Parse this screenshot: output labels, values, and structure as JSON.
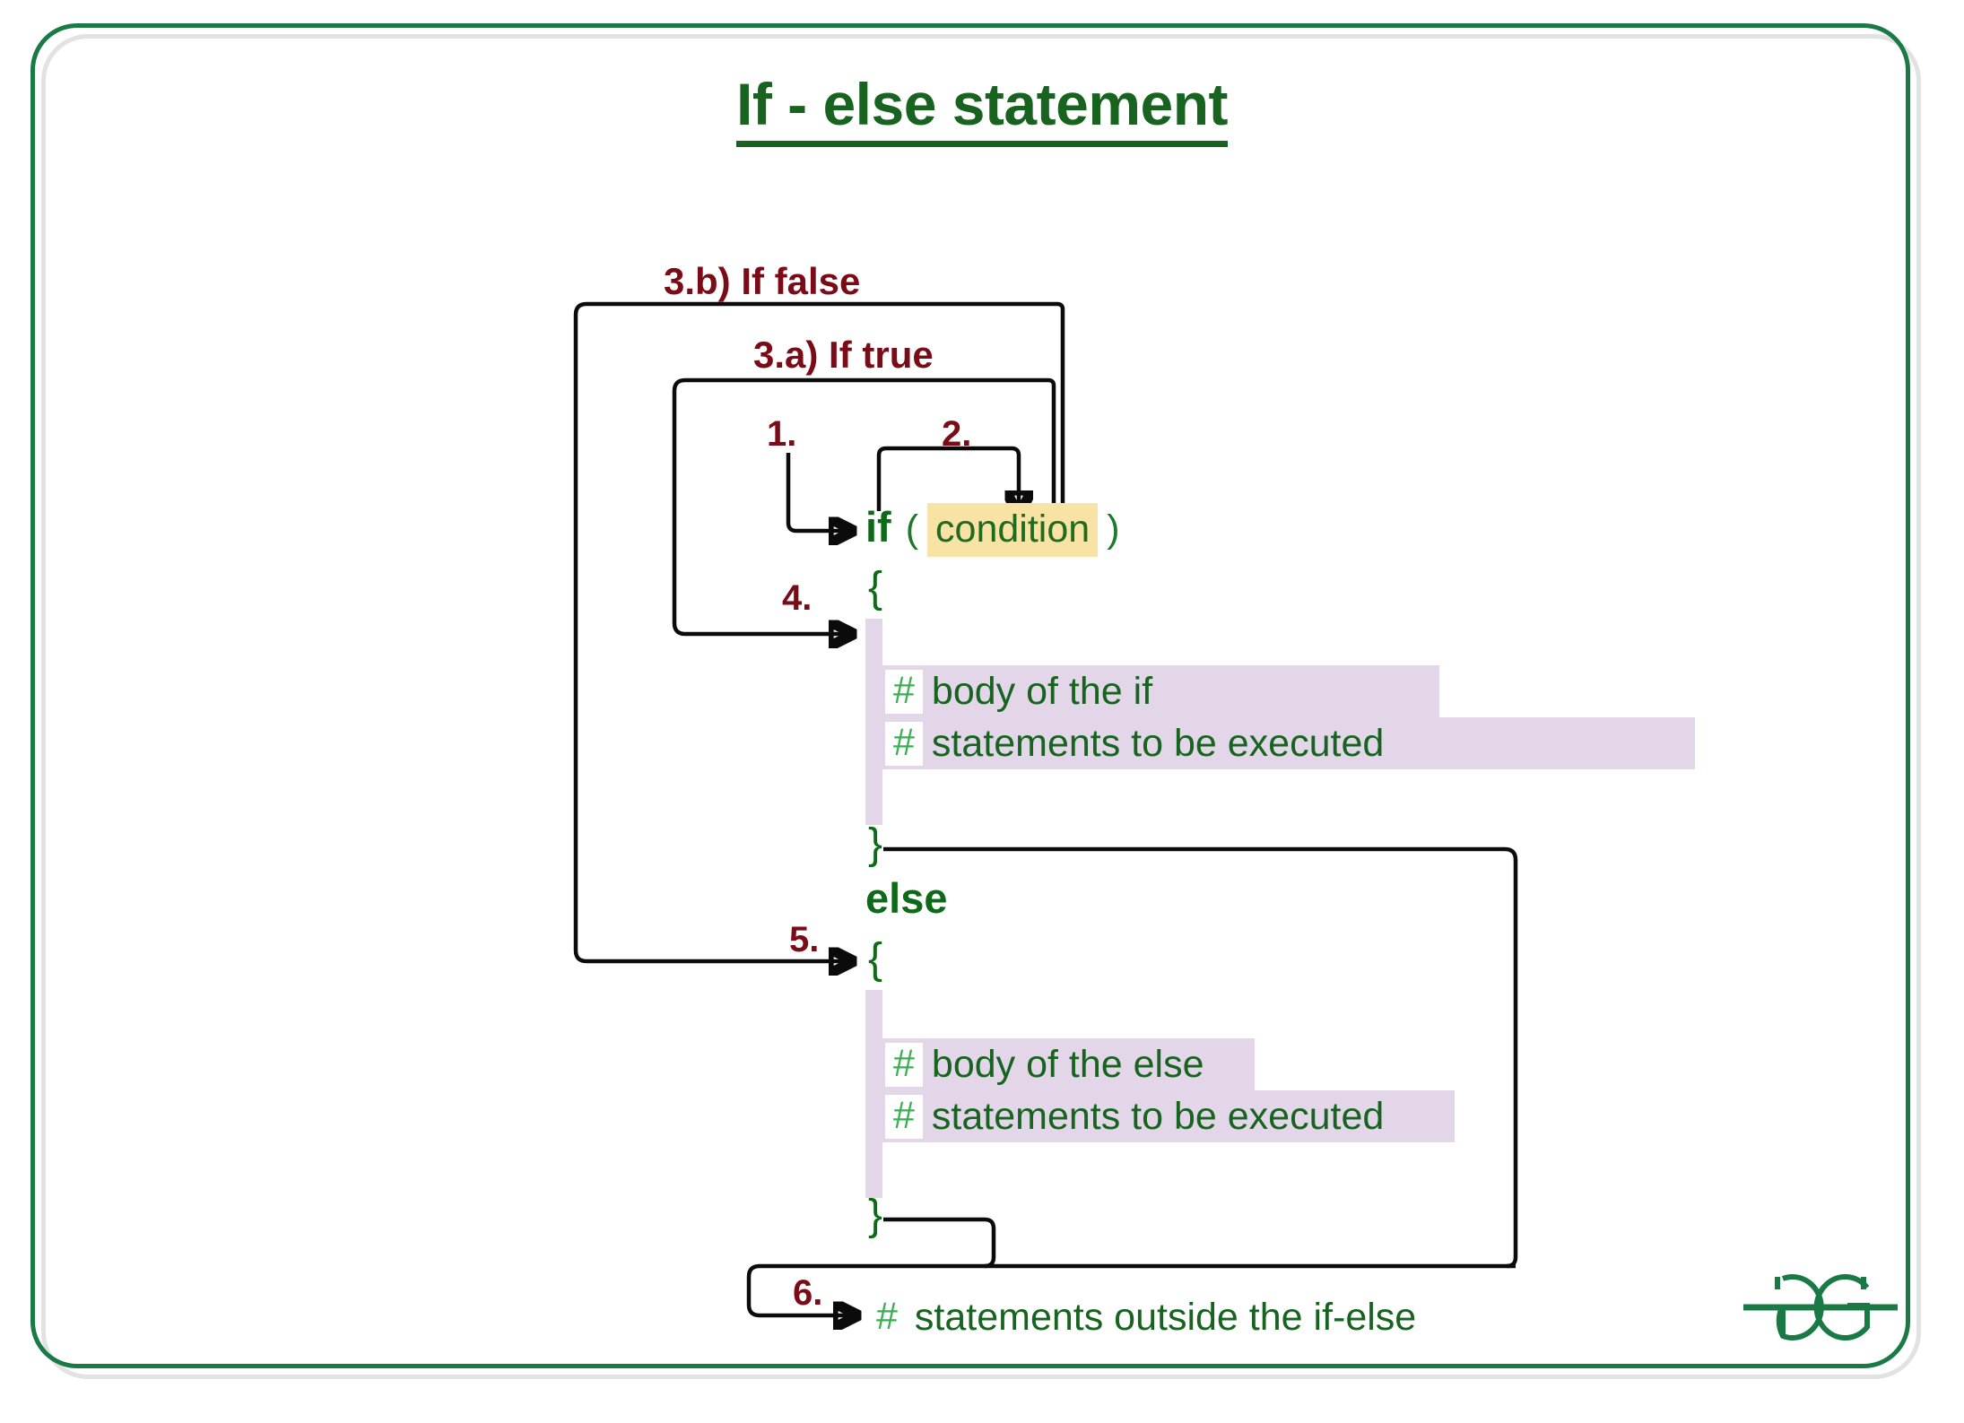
{
  "slide": {
    "title": "If - else statement",
    "accent_green": "#17631f",
    "frame_green": "#1a7a45",
    "label_maroon": "#7a0c17",
    "condition_highlight": "#f8e2a4",
    "comment_highlight": "#e3d6e9",
    "hash_green": "#36b050"
  },
  "steps": {
    "s1": "1.",
    "s2": "2.",
    "s3a": "3.a) If true",
    "s3b": "3.b) If false",
    "s4": "4.",
    "s5": "5.",
    "s6": "6."
  },
  "code": {
    "if_keyword": "if",
    "paren_open": "(",
    "condition": "condition",
    "paren_close": ")",
    "brace_open_if": "{",
    "if_comment_1": "body of the if",
    "if_comment_2": "statements to be executed",
    "brace_close_if": "}",
    "else_keyword": "else",
    "brace_open_else": "{",
    "else_comment_1": "body of the else",
    "else_comment_2": "statements to be executed",
    "brace_close_else": "}",
    "outside_comment": "statements outside the if-else",
    "hash": "#"
  },
  "logo": {
    "alt": "geeksforgeeks-logo"
  }
}
